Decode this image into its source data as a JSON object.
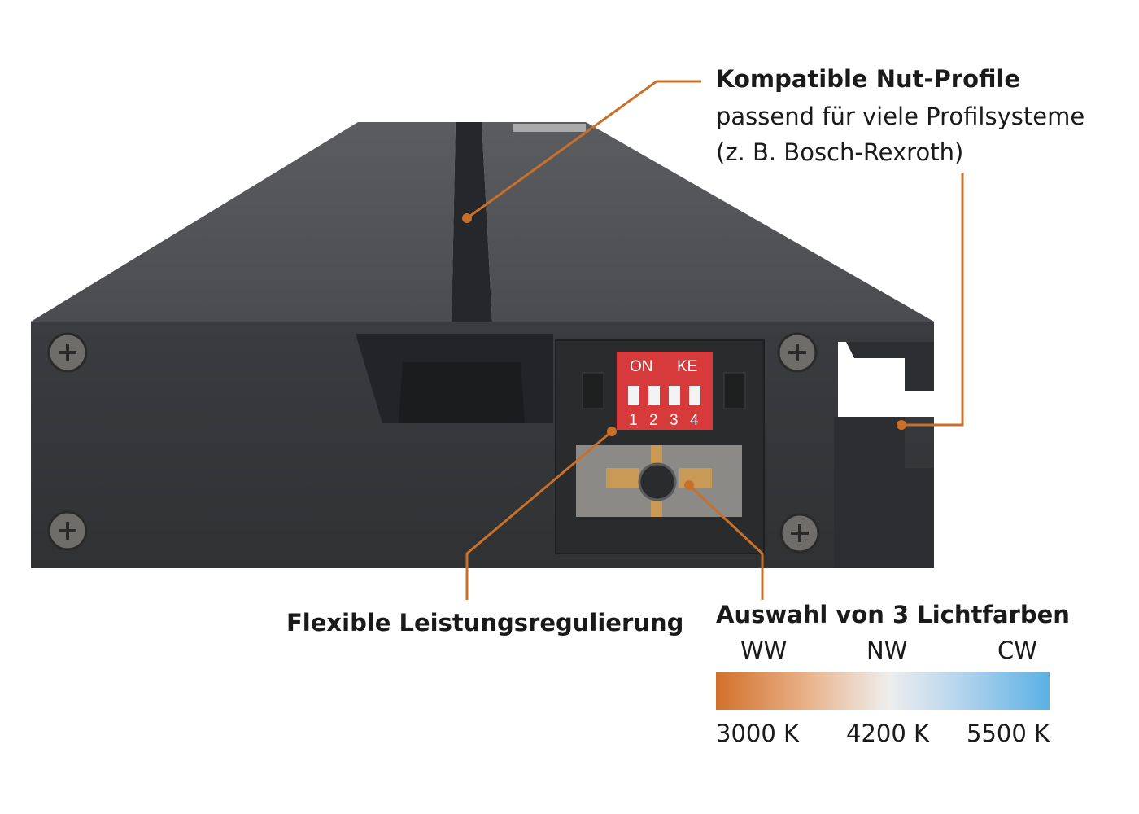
{
  "callouts": {
    "profile": {
      "title": "Kompatible Nut-Profile",
      "line1": "passend für viele Profilsysteme",
      "line2": "(z. B. Bosch-Rexroth)"
    },
    "power": {
      "title": "Flexible Leistungsregulierung"
    },
    "colors": {
      "title": "Auswahl von 3 Lichtfarben",
      "codes": [
        "WW",
        "NW",
        "CW"
      ],
      "temperatures": [
        "3000 K",
        "4200 K",
        "5500 K"
      ]
    }
  },
  "dip_switch": {
    "label_on": "ON",
    "label_brand": "KE",
    "numbers": [
      "1",
      "2",
      "3",
      "4"
    ]
  },
  "colors": {
    "accent": "#c8702a",
    "housing": "#3c3e41",
    "dip_red": "#d73a3a",
    "warm": "#d2702a",
    "cold": "#5ab1e4"
  }
}
